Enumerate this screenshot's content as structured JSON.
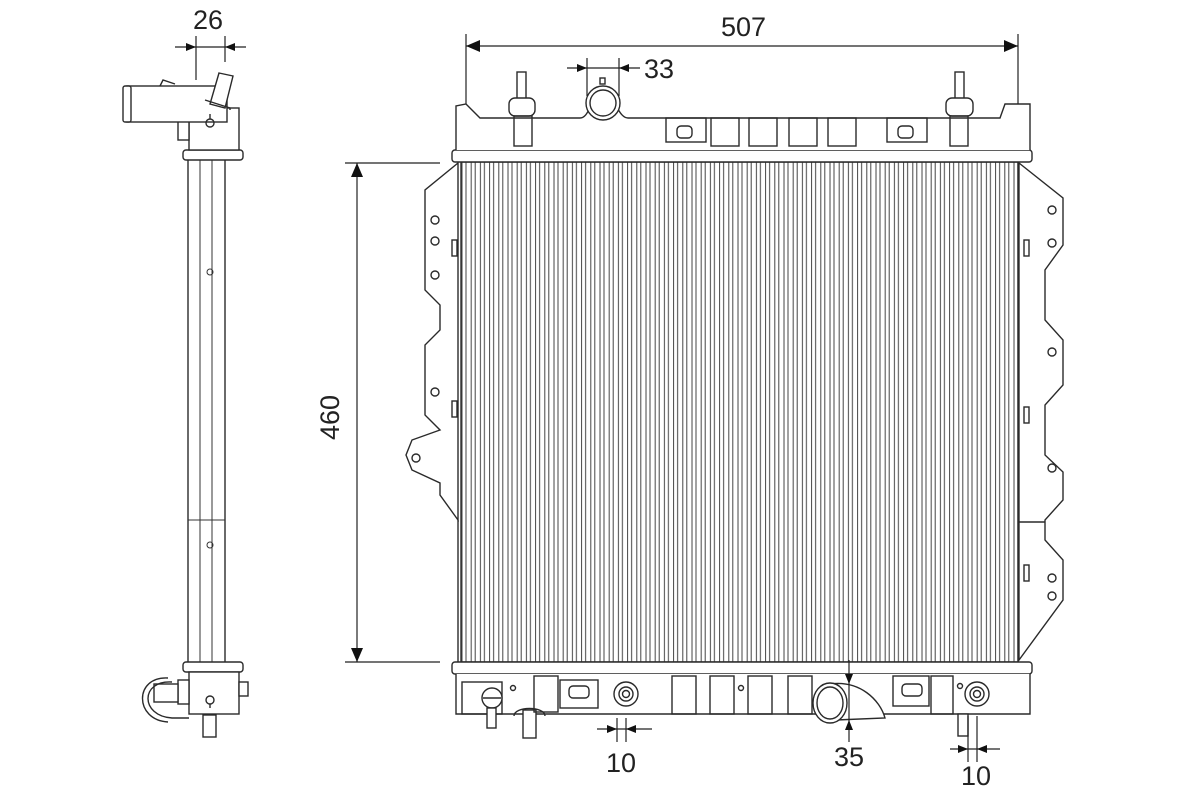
{
  "diagram": {
    "subject": "radiator technical drawing",
    "views": [
      "side-view",
      "front-view"
    ],
    "dimensions": {
      "core_depth": "26",
      "overall_width": "507",
      "inlet_diameter": "33",
      "core_height": "460",
      "left_drain_pin": "10",
      "outlet_diameter": "35",
      "right_drain_pin": "10"
    },
    "units": "mm",
    "colors": {
      "line": "#2a2a2a",
      "background": "#ffffff"
    }
  }
}
